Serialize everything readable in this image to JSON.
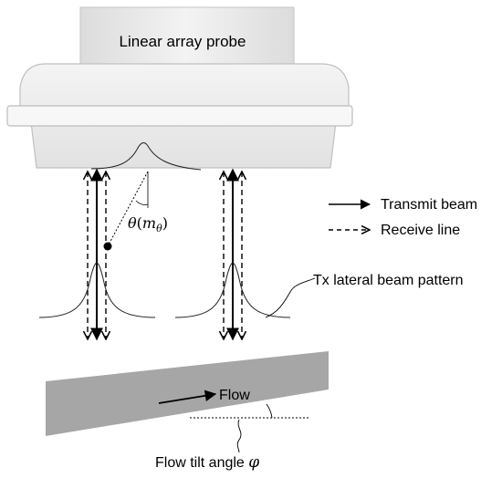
{
  "probe": {
    "label": "Linear array probe"
  },
  "legend": {
    "transmit_label": "Transmit beam",
    "receive_label": "Receive line"
  },
  "angle": {
    "symbol": "θ",
    "arg": "m",
    "arg_sub": "θ"
  },
  "beam_pattern_label": "Tx lateral beam pattern",
  "flow": {
    "label": "Flow",
    "tilt_label": "Flow tilt angle",
    "tilt_symbol": "φ"
  },
  "colors": {
    "probe_fill": "#ececec",
    "probe_stroke": "#bdbdbd",
    "vessel_fill": "#a6a6a6",
    "line": "#000000"
  }
}
